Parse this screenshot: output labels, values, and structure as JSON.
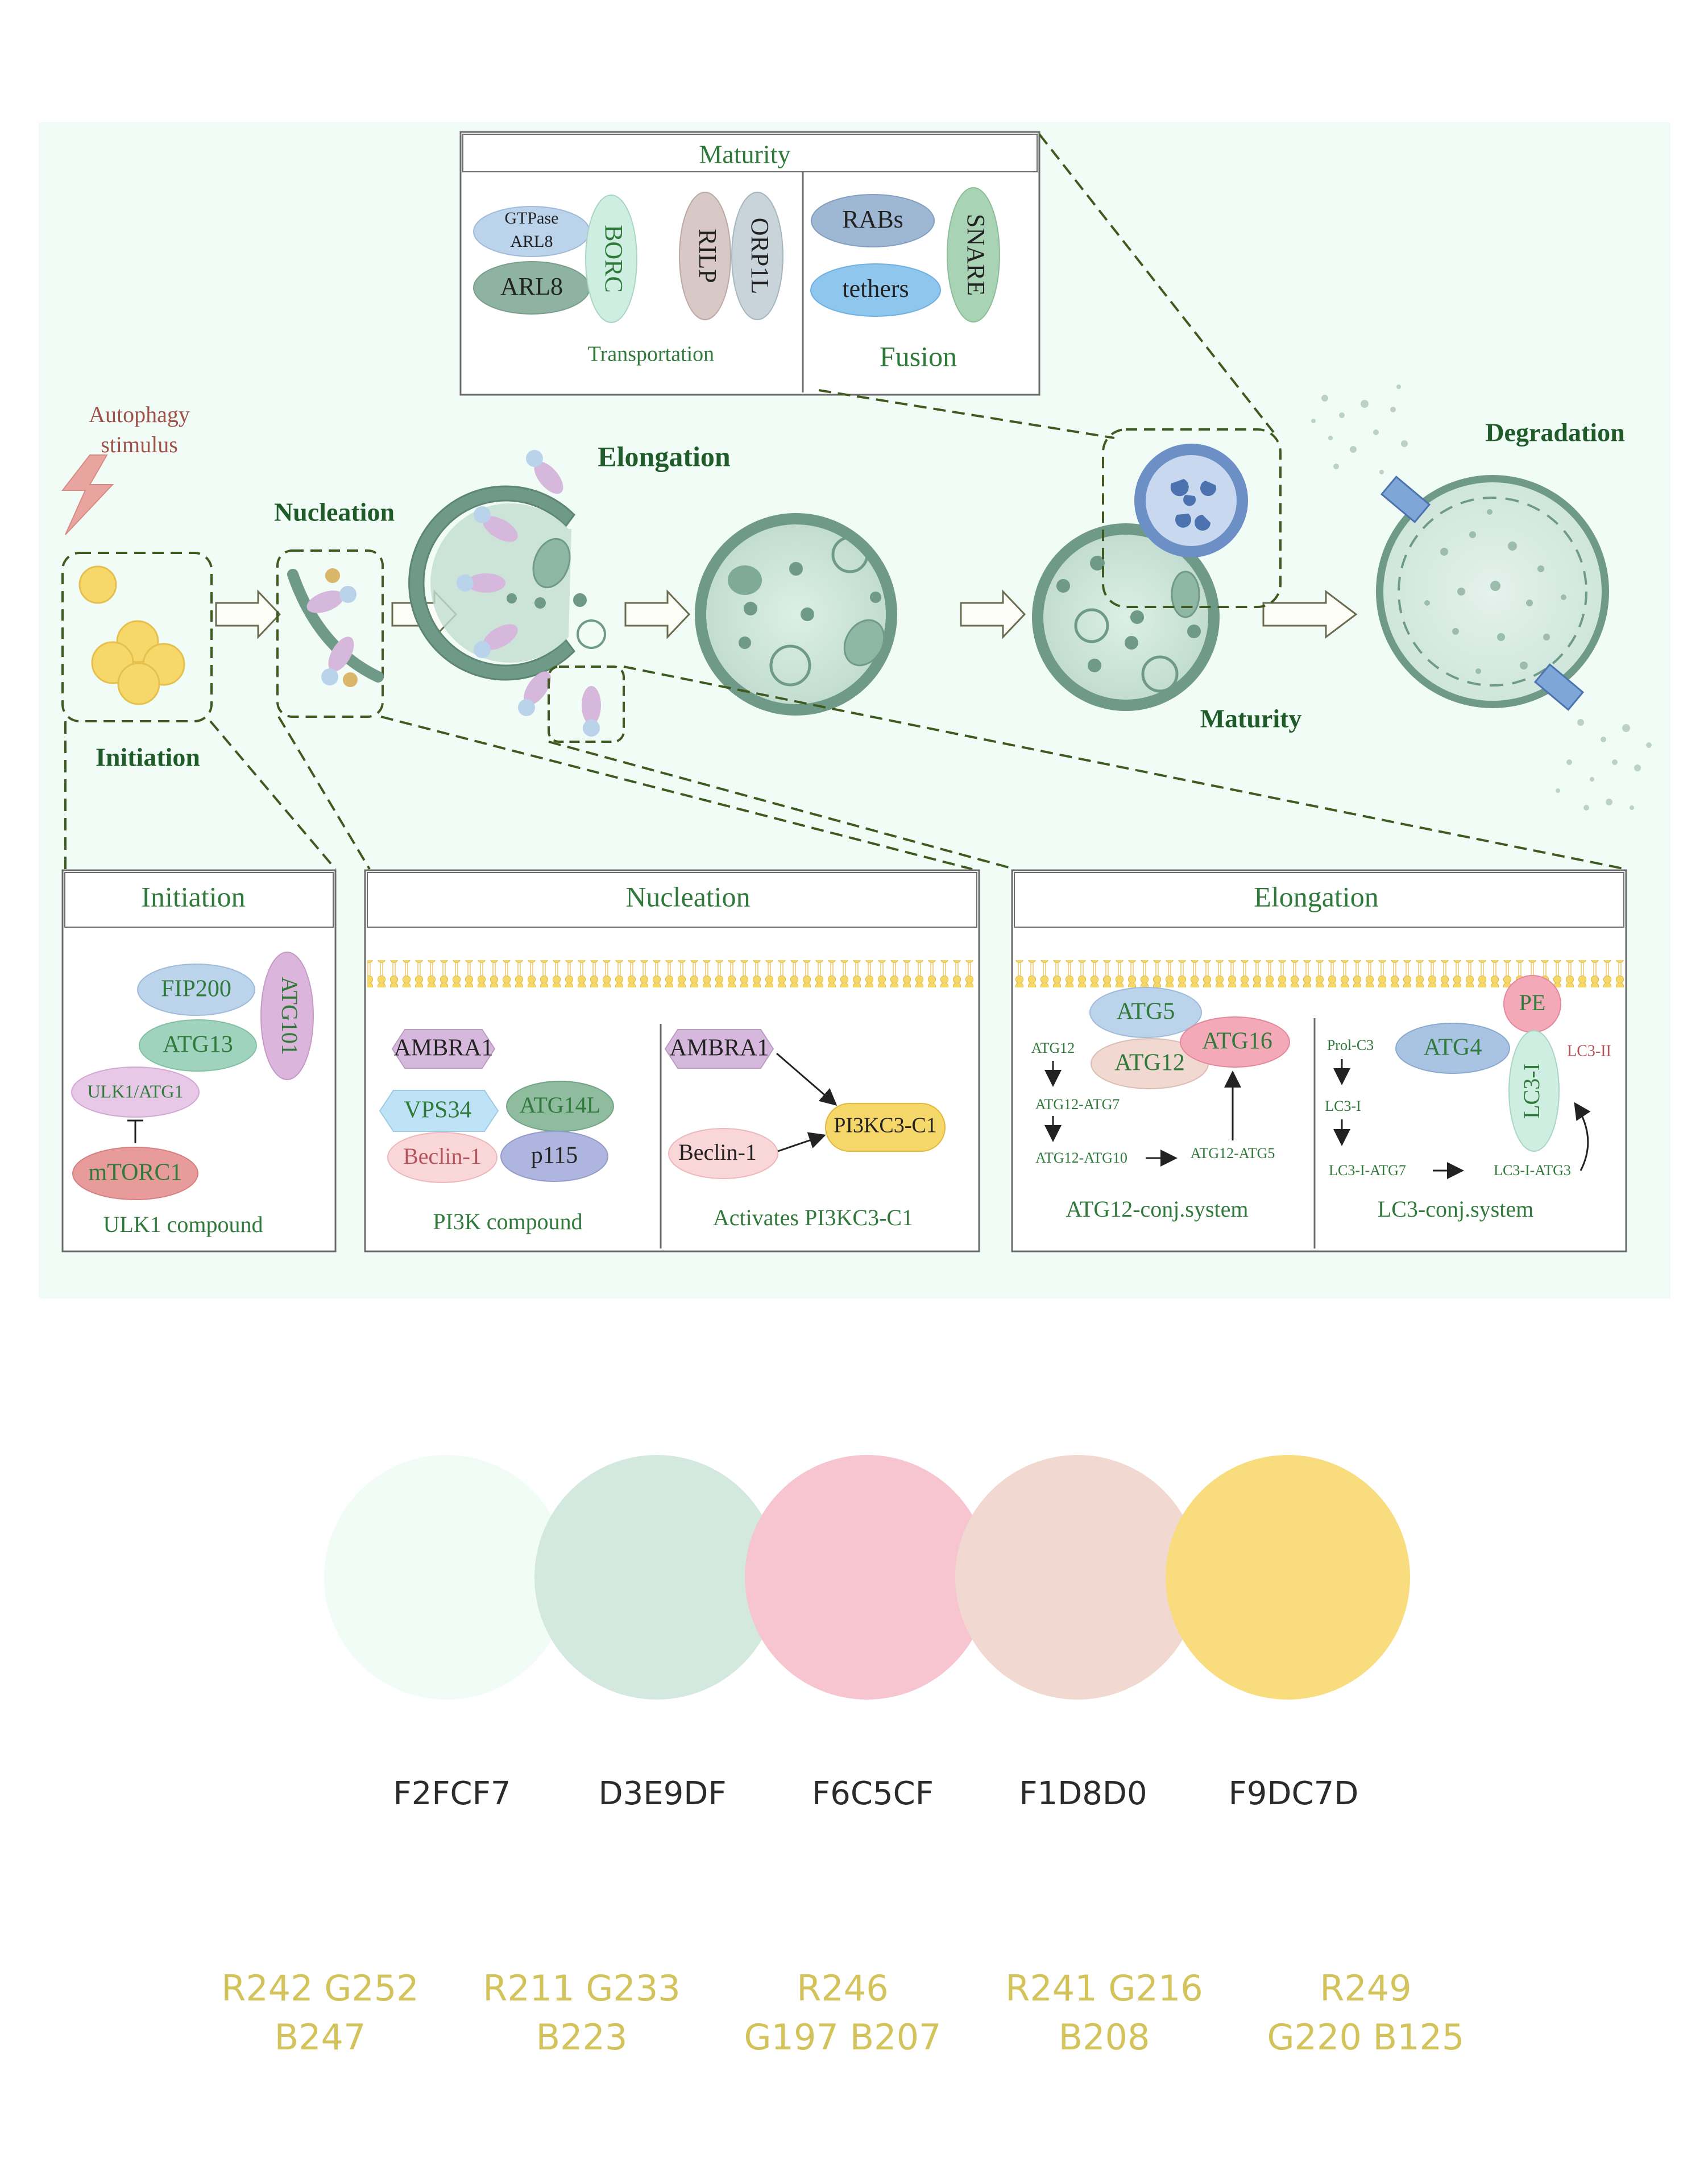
{
  "figure": {
    "stimulus": [
      "Autophagy",
      "stimulus"
    ],
    "stages": {
      "initiation": "Initiation",
      "nucleation": "Nucleation",
      "elongation": "Elongation",
      "maturity": "Maturity",
      "degradation": "Degradation"
    },
    "maturity_panel": {
      "title": "Maturity",
      "transport_caption": "Transportation",
      "fusion_caption": "Fusion",
      "gtpase": [
        "GTPase",
        "ARL8"
      ],
      "arl8": "ARL8",
      "borc": "BORC",
      "rilp": "RILP",
      "orp1l": "ORP1L",
      "rabs": "RABs",
      "tethers": "tethers",
      "snare": "SNARE"
    },
    "initiation_panel": {
      "title": "Initiation",
      "fip200": "FIP200",
      "atg13": "ATG13",
      "atg101": "ATG101",
      "ulk1": "ULK1/ATG1",
      "mtorc1": "mTORC1",
      "caption": "ULK1 compound"
    },
    "nucleation_panel": {
      "title": "Nucleation",
      "ambra1": "AMBRA1",
      "vps34": "VPS34",
      "atg14l": "ATG14L",
      "beclin": "Beclin-1",
      "p115": "p115",
      "caption_left": "PI3K compound",
      "ambra1_b": "AMBRA1",
      "beclin_b": "Beclin-1",
      "pi3k": "PI3KC3-C1",
      "caption_right": "Activates PI3KC3-C1"
    },
    "elongation_panel": {
      "title": "Elongation",
      "atg5": "ATG5",
      "atg12": "ATG12",
      "atg16": "ATG16",
      "s_atg12": "ATG12",
      "s_atg12_atg7": "ATG12-ATG7",
      "s_atg12_atg10": "ATG12-ATG10",
      "s_atg12_atg5": "ATG12-ATG5",
      "caption_left": "ATG12-conj.system",
      "prolc3": "Prol-C3",
      "lc3i": "LC3-I",
      "lc3i_atg7": "LC3-I-ATG7",
      "lc3i_atg3": "LC3-I-ATG3",
      "atg4": "ATG4",
      "pe": "PE",
      "lc3_oval": "LC3-I",
      "lc3ii": "LC3-II",
      "caption_right": "LC3-conj.system"
    }
  },
  "palette": [
    {
      "hex": "F2FCF7",
      "rgb": [
        "R242 G252",
        "B247"
      ],
      "color": "#F2FCF7"
    },
    {
      "hex": "D3E9DF",
      "rgb": [
        "R211 G233",
        "B223"
      ],
      "color": "#D3E9DF"
    },
    {
      "hex": "F6C5CF",
      "rgb": [
        "R246",
        "G197 B207"
      ],
      "color": "#F6C5CF"
    },
    {
      "hex": "F1D8D0",
      "rgb": [
        "R241 G216",
        "B208"
      ],
      "color": "#F1D8D0"
    },
    {
      "hex": "F9DC7D",
      "rgb": [
        "R249",
        "G220 B125"
      ],
      "color": "#F9DC7D"
    }
  ],
  "colors": {
    "panel_bg": "#F2FCF7",
    "title_green": "#1f5c2a",
    "text_green": "#2f7a3a",
    "dash_green": "#3f5a1e",
    "vesicle": "#6f9a88",
    "rgb_text": "#d3c35a",
    "hex_text": "#2b2b2b"
  }
}
